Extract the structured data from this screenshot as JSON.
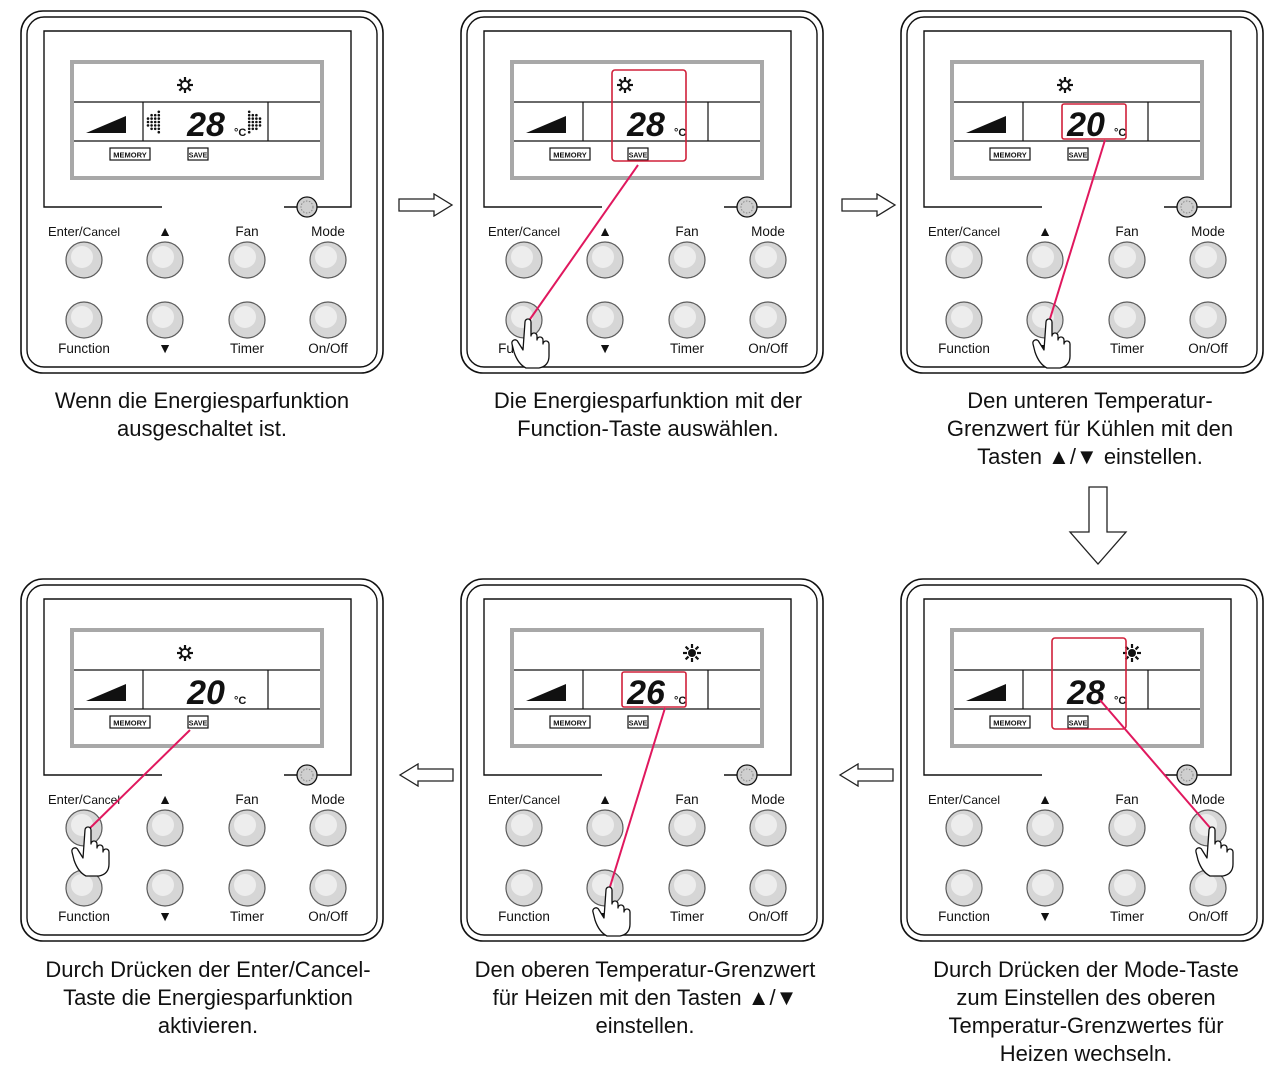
{
  "labels": {
    "enter": "Enter",
    "slash": "/",
    "cancel": "Cancel",
    "up": "▲",
    "down": "▼",
    "fan": "Fan",
    "mode": "Mode",
    "function": "Function",
    "timer": "Timer",
    "onoff": "On/Off",
    "memory": "MEMORY",
    "save": "SAVE",
    "celsius": "°C"
  },
  "colors": {
    "highlight": "#d0203a",
    "pointer": "#e0185e",
    "lcd_border": "#a0a0a0",
    "button": "#d2d2d2"
  },
  "panels": [
    {
      "temp": "28",
      "mode_icon": "snowflake-icon",
      "fan_dots": true,
      "highlight": "none",
      "hand": "none",
      "caption": [
        "Wenn die Energiesparfunktion",
        "ausgeschaltet ist."
      ]
    },
    {
      "temp": "28",
      "mode_icon": "snowflake-icon",
      "fan_dots": false,
      "highlight": "center-full",
      "hand": "function",
      "caption": [
        "Die Energiesparfunktion mit der",
        "Function-Taste auswählen."
      ]
    },
    {
      "temp": "20",
      "mode_icon": "snowflake-icon",
      "fan_dots": false,
      "highlight": "temp",
      "hand": "down",
      "caption": [
        "Den unteren Temperatur-",
        "Grenzwert für Kühlen mit den",
        "Tasten ▲/▼ einstellen."
      ]
    },
    {
      "temp": "20",
      "mode_icon": "snowflake-icon",
      "fan_dots": false,
      "highlight": "none",
      "hand": "enter",
      "caption": [
        "Durch Drücken der Enter/Cancel-",
        "Taste die Energiesparfunktion",
        "aktivieren."
      ]
    },
    {
      "temp": "26",
      "mode_icon": "sun-icon",
      "fan_dots": false,
      "highlight": "temp",
      "hand": "down",
      "caption": [
        "Den oberen Temperatur-Grenzwert",
        "für Heizen mit den Tasten ▲/▼",
        "einstellen."
      ]
    },
    {
      "temp": "28",
      "mode_icon": "sun-icon",
      "fan_dots": false,
      "highlight": "center-full",
      "hand": "mode",
      "caption": [
        "Durch Drücken der Mode-Taste",
        "zum Einstellen des oberen",
        "Temperatur-Grenzwertes für",
        "Heizen wechseln."
      ]
    }
  ]
}
